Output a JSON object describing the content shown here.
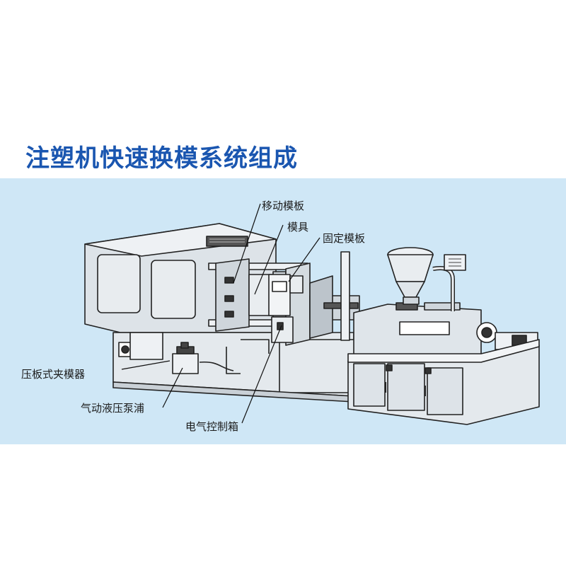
{
  "title": "注塑机快速换模系统组成",
  "colors": {
    "title": "#1a56b0",
    "panel": "#cfe7f6",
    "machine": "#dde3e8",
    "stroke": "#222222"
  },
  "labels": {
    "moving_platen": "移动模板",
    "mold": "模具",
    "fixed_platen": "固定模板",
    "clamp": "压板式夹模器",
    "pump": "气动液压泵浦",
    "control_box": "电气控制箱"
  }
}
